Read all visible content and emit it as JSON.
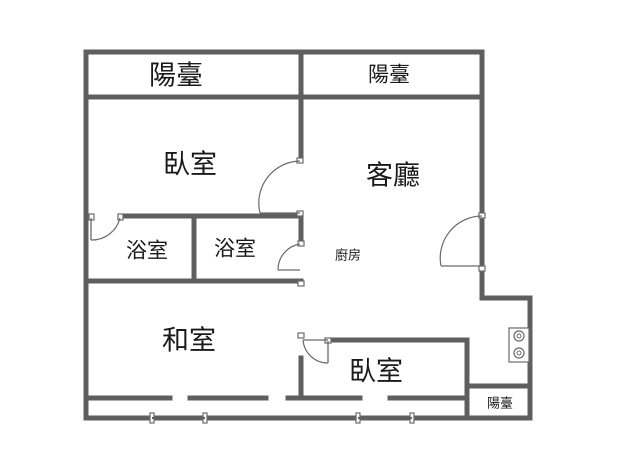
{
  "rooms": {
    "balcony_left": "陽臺",
    "balcony_right": "陽臺",
    "bedroom_top": "臥室",
    "living_room": "客廳",
    "bathroom_left": "浴室",
    "bathroom_right": "浴室",
    "kitchen": "廚房",
    "tatami_room": "和室",
    "bedroom_bottom": "臥室",
    "balcony_small": "陽臺"
  },
  "colors": {
    "wall": "#5f5f5f",
    "background": "#ffffff"
  }
}
